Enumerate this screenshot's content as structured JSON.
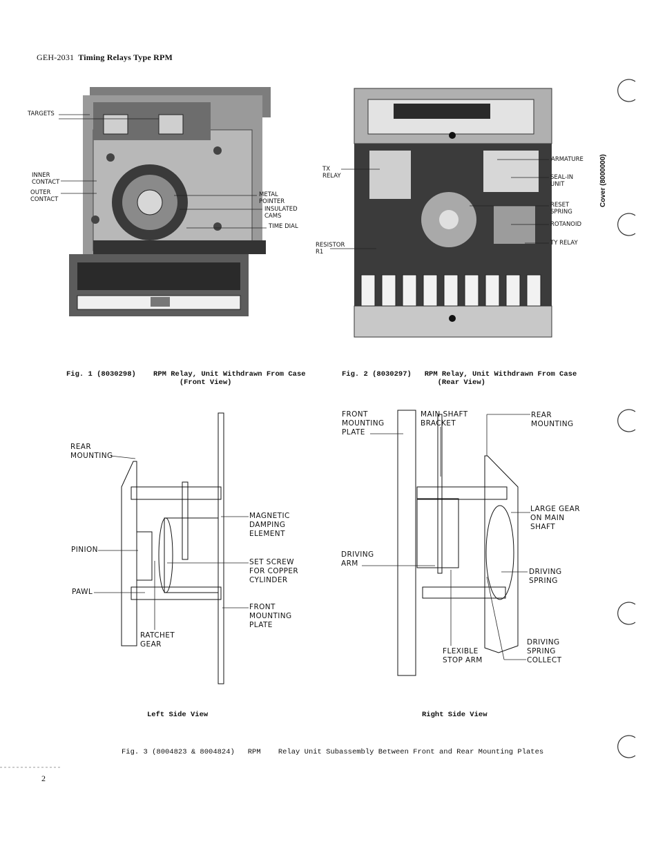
{
  "header": {
    "code": "GEH-2031",
    "title": "Timing Relays Type RPM"
  },
  "side_text": "Cover (8000000)",
  "fig1": {
    "caption": "Fig. 1 (8030298)    RPM Relay, Unit Withdrawn From Case\n                          (Front View)",
    "labels": {
      "targets": "TARGETS",
      "inner": "INNER\nCONTACT",
      "outer": "OUTER\nCONTACT",
      "metal": "METAL\nPOINTER",
      "cams": "INSULATED\nCAMS",
      "dial": "TIME DIAL"
    }
  },
  "fig2": {
    "caption": "Fig. 2 (8030297)   RPM Relay, Unit Withdrawn From Case\n                      (Rear View)",
    "labels": {
      "tx": "TX\nRELAY",
      "resistor": "RESISTOR\nR1",
      "armature": "ARMATURE",
      "sealin": "SEAL-IN\nUNIT",
      "reset": "RESET\nSPRING",
      "rotanoid": "ROTANOID",
      "ty": "TY RELAY"
    }
  },
  "fig3": {
    "left": {
      "title": "Left Side View",
      "labels": {
        "rear": "REAR\nMOUNTING",
        "magnetic": "MAGNETIC\nDAMPING\nELEMENT",
        "pinion": "PINION",
        "setscrew": "SET SCREW\nFOR COPPER\nCYLINDER",
        "pawl": "PAWL",
        "front": "FRONT\nMOUNTING\nPLATE",
        "ratchet": "RATCHET\nGEAR"
      }
    },
    "right": {
      "title": "Right Side View",
      "labels": {
        "front": "FRONT\nMOUNTING\nPLATE",
        "bracket": "MAIN SHAFT\nBRACKET",
        "rear": "REAR\nMOUNTING",
        "large": "LARGE GEAR\nON MAIN\nSHAFT",
        "driving_arm": "DRIVING\nARM",
        "driving_spring": "DRIVING\nSPRING",
        "flexible": "FLEXIBLE\nSTOP ARM",
        "collect": "DRIVING\nSPRING\nCOLLECT"
      }
    },
    "caption": "Fig. 3 (8004823 & 8004824)   RPM    Relay Unit Subassembly Between Front and Rear Mounting Plates"
  },
  "page_number": "2"
}
